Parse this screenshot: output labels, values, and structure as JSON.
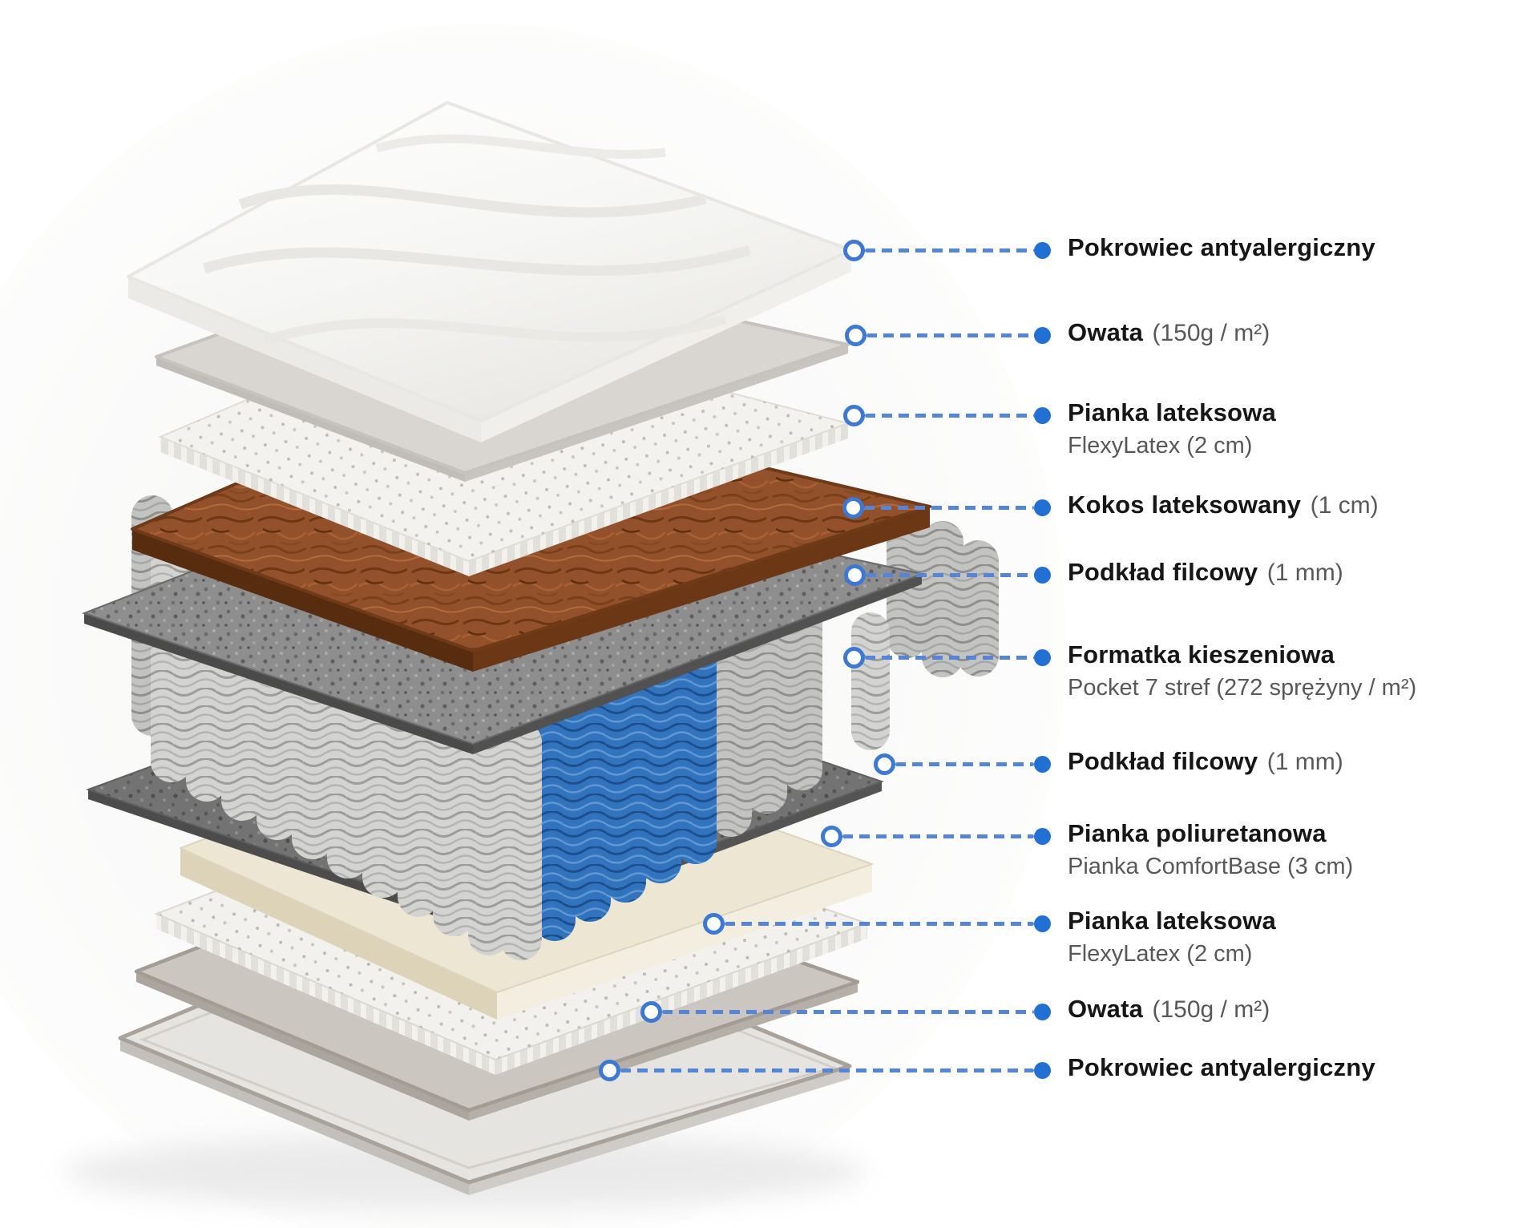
{
  "diagram_title": "Mattress layers exploded view",
  "accent": {
    "dash_color": "#5585d6",
    "dot_color": "#2270d4",
    "ring_border": "#3d79d3",
    "label_dark": "#161616",
    "label_gray": "#585858",
    "coconut_brown": "#93512b",
    "spring_blue": "#3273bd"
  },
  "callouts": [
    {
      "label": "Pokrowiec antyalergiczny",
      "detail": "",
      "sub": ""
    },
    {
      "label": "Owata",
      "detail": "(150g / m²)",
      "sub": ""
    },
    {
      "label": "Pianka lateksowa",
      "detail": "",
      "sub": "FlexyLatex (2 cm)"
    },
    {
      "label": "Kokos lateksowany",
      "detail": "(1 cm)",
      "sub": ""
    },
    {
      "label": "Podkład filcowy",
      "detail": "(1 mm)",
      "sub": ""
    },
    {
      "label": "Formatka kieszeniowa",
      "detail": "",
      "sub": "Pocket 7 stref (272 sprężyny / m²)"
    },
    {
      "label": "Podkład filcowy",
      "detail": "(1 mm)",
      "sub": ""
    },
    {
      "label": "Pianka poliuretanowa",
      "detail": "",
      "sub": "Pianka ComfortBase (3 cm)"
    },
    {
      "label": "Pianka lateksowa",
      "detail": "",
      "sub": "FlexyLatex (2 cm)"
    },
    {
      "label": "Owata",
      "detail": "(150g / m²)",
      "sub": ""
    },
    {
      "label": "Pokrowiec antyalergiczny",
      "detail": "",
      "sub": ""
    }
  ],
  "layers": [
    "cover-top",
    "wadding-top",
    "latex-foam-top",
    "coconut-layer",
    "felt-top",
    "pocket-springs",
    "felt-bottom",
    "polyurethane-foam",
    "latex-foam-bottom",
    "wadding-bottom",
    "cover-bottom"
  ]
}
